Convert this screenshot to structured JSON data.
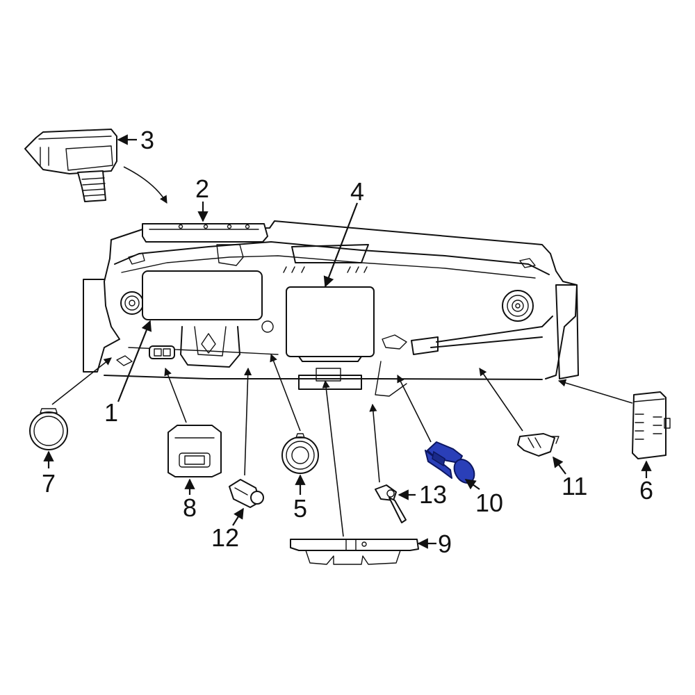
{
  "callouts": {
    "c1": "1",
    "c2": "2",
    "c3": "3",
    "c4": "4",
    "c5": "5",
    "c6": "6",
    "c7": "7",
    "c8": "8",
    "c9": "9",
    "c10": "10",
    "c11": "11",
    "c12": "12",
    "c13": "13"
  },
  "highlight_color": "#2a3fb8"
}
